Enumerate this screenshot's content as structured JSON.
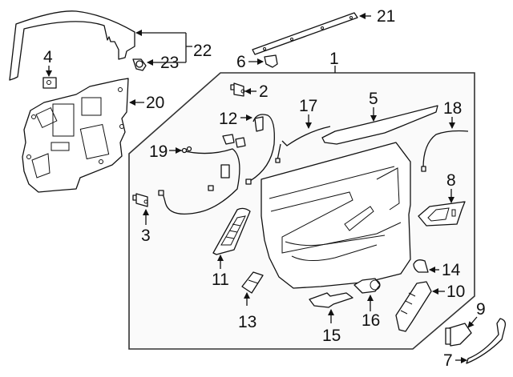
{
  "diagram": {
    "type": "exploded parts diagram",
    "subject": "Front door interior trim components",
    "callouts": [
      {
        "id": "1",
        "label": "1",
        "target": "door-trim-panel-assembly"
      },
      {
        "id": "2",
        "label": "2",
        "target": "clip"
      },
      {
        "id": "3",
        "label": "3",
        "target": "clip"
      },
      {
        "id": "4",
        "label": "4",
        "target": "label"
      },
      {
        "id": "5",
        "label": "5",
        "target": "upper-trim-panel"
      },
      {
        "id": "6",
        "label": "6",
        "target": "clip"
      },
      {
        "id": "7",
        "label": "7",
        "target": "pull-handle-trim"
      },
      {
        "id": "8",
        "label": "8",
        "target": "door-handle-bezel"
      },
      {
        "id": "9",
        "label": "9",
        "target": "handle-insert"
      },
      {
        "id": "10",
        "label": "10",
        "target": "switch-assembly"
      },
      {
        "id": "11",
        "label": "11",
        "target": "switch-bezel"
      },
      {
        "id": "12",
        "label": "12",
        "target": "harness"
      },
      {
        "id": "13",
        "label": "13",
        "target": "switch"
      },
      {
        "id": "14",
        "label": "14",
        "target": "cap"
      },
      {
        "id": "15",
        "label": "15",
        "target": "bracket"
      },
      {
        "id": "16",
        "label": "16",
        "target": "lamp"
      },
      {
        "id": "17",
        "label": "17",
        "target": "wire"
      },
      {
        "id": "18",
        "label": "18",
        "target": "wire"
      },
      {
        "id": "19",
        "label": "19",
        "target": "harness"
      },
      {
        "id": "20",
        "label": "20",
        "target": "water-deflector"
      },
      {
        "id": "21",
        "label": "21",
        "target": "belt-weatherstrip"
      },
      {
        "id": "22",
        "label": "22",
        "target": "frame-molding"
      },
      {
        "id": "23",
        "label": "23",
        "target": "push-pin"
      }
    ],
    "colors": {
      "line": "#111111",
      "frame_border": "#333333",
      "frame_fill": "#fafafa",
      "background": "#ffffff"
    }
  }
}
